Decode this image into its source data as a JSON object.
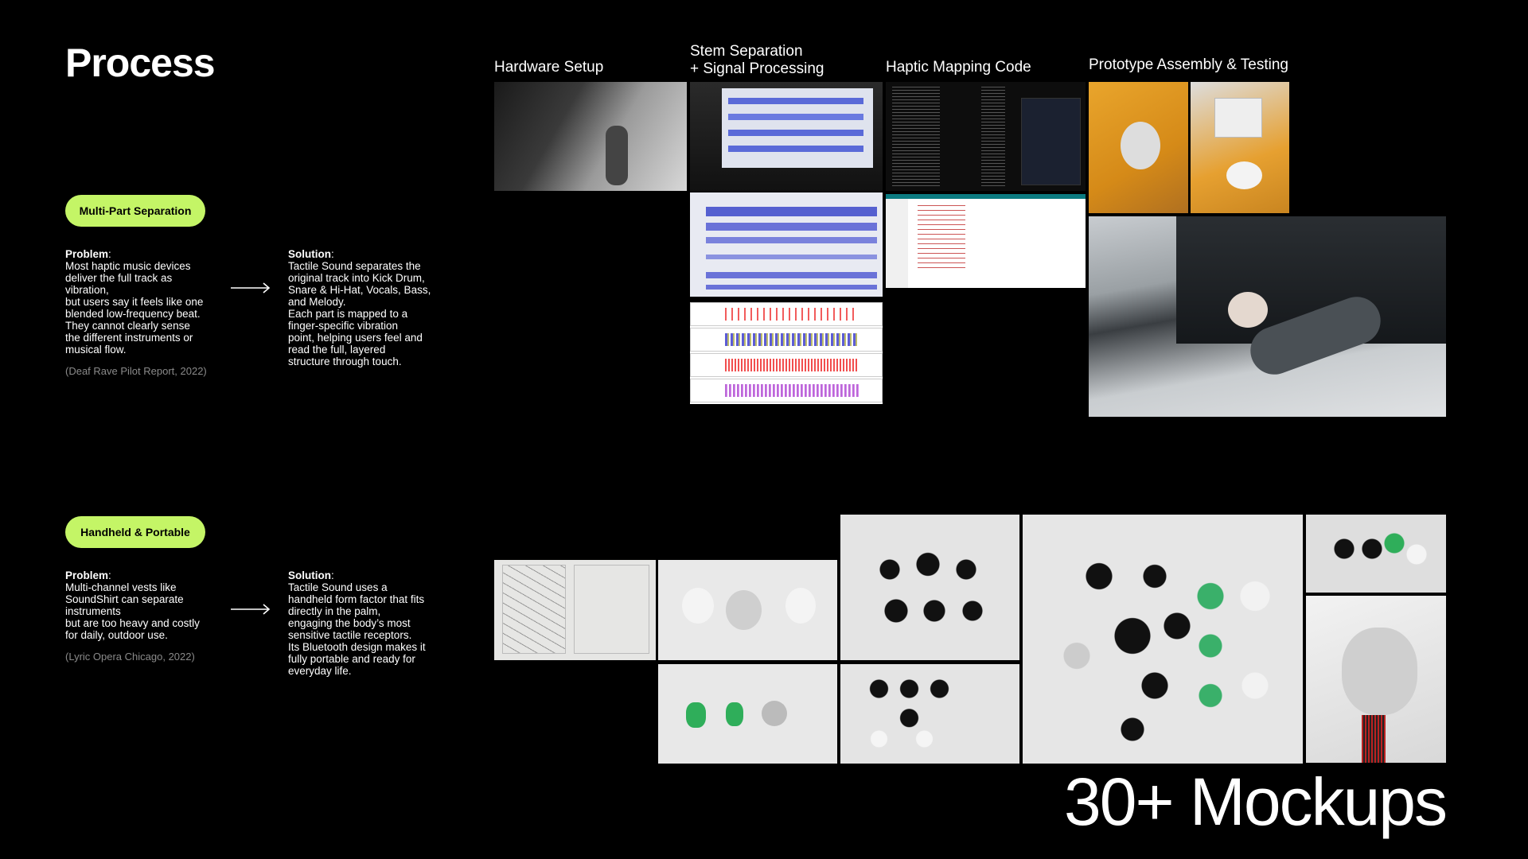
{
  "title": "Process",
  "sections": [
    {
      "badge": "Multi-Part Separation",
      "problem_label": "Problem",
      "problem_lines": [
        "Most haptic music devices",
        "deliver the full track as",
        "vibration,",
        "but users say it feels like one",
        "blended low-frequency beat.",
        "They cannot clearly sense",
        "the different instruments or",
        "musical flow."
      ],
      "citation": "(Deaf Rave Pilot Report, 2022)",
      "solution_label": "Solution",
      "solution_lines": [
        "Tactile Sound separates the",
        "original track into Kick Drum,",
        "Snare & Hi-Hat, Vocals, Bass,",
        "and Melody.",
        "Each part is mapped to a",
        "finger-specific vibration",
        "point, helping users feel and",
        "read the full, layered",
        "structure through touch."
      ]
    },
    {
      "badge": "Handheld & Portable",
      "problem_label": "Problem",
      "problem_lines": [
        "Multi-channel vests like",
        "SoundShirt can separate",
        "instruments",
        "but are too heavy and costly",
        "for daily, outdoor use."
      ],
      "citation": "(Lyric Opera Chicago, 2022)",
      "solution_label": "Solution",
      "solution_lines": [
        "Tactile Sound uses a",
        "handheld form factor that fits",
        "directly in the palm,",
        "engaging the body’s most",
        "sensitive tactile receptors.",
        " Its Bluetooth design makes it",
        "fully portable and ready for",
        "everyday life."
      ]
    }
  ],
  "columns": {
    "hardware": "Hardware Setup",
    "stem_1": "Stem Separation",
    "stem_2": "+ Signal Processing",
    "haptic": "Haptic Mapping Code",
    "prototype": "Prototype Assembly & Testing"
  },
  "mockups": "30+ Mockups",
  "colors": {
    "accent": "#c4f566"
  }
}
